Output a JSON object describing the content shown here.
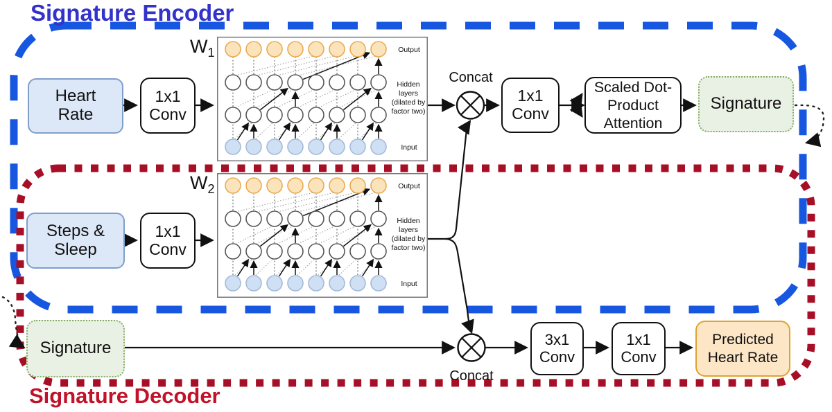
{
  "titles": {
    "encoder": "Signature Encoder",
    "decoder": "Signature Decoder"
  },
  "encoder_flow": {
    "heart_rate": "Heart Rate",
    "conv_a": "1x1 Conv",
    "concat": "Concat",
    "conv_b": "1x1 Conv",
    "attention": "Scaled Dot-Product Attention",
    "signature": "Signature"
  },
  "decoder_flow": {
    "steps_sleep": "Steps & Sleep",
    "conv_a": "1x1 Conv",
    "signature": "Signature",
    "concat": "Concat",
    "conv_3x1": "3x1 Conv",
    "conv_1x1": "1x1 Conv",
    "predicted": "Predicted Heart Rate"
  },
  "wavenet": {
    "w1_label": "W",
    "w1_sub": "1",
    "w2_label": "W",
    "w2_sub": "2",
    "row_labels": {
      "output": "Output",
      "hidden": [
        "Hidden",
        "layers",
        "(dilated by",
        "factor two)"
      ],
      "input": "Input"
    },
    "columns": 8,
    "dilations": [
      1,
      2,
      4
    ],
    "colors": {
      "output_fill": "#fbe4bb",
      "output_stroke": "#eaaa52",
      "input_fill": "#cfe0f4",
      "input_stroke": "#a3bad8"
    }
  },
  "colors": {
    "encoder_border": "#1757e0",
    "decoder_border": "#a60f26",
    "encoder_title": "#3333cc",
    "decoder_title": "#c11228",
    "input_box_fill": "#dce7f8",
    "input_box_stroke": "#7f9fc9",
    "signature_fill": "#e9f1e4",
    "signature_stroke": "#85ac63",
    "predicted_fill": "#fce6c6",
    "predicted_stroke": "#dfa32f"
  }
}
